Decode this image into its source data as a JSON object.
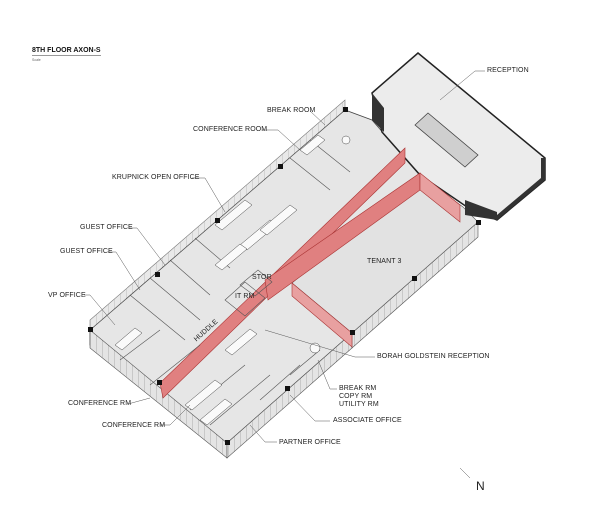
{
  "title": "8TH FLOOR AXON-S",
  "scale_note": "Scale",
  "north_label": "N",
  "colors": {
    "corridor_wall": "#e08080",
    "floor": "#e6e6e6",
    "dark_wall": "#333333"
  },
  "labels": {
    "reception": "RECEPTION",
    "break_room": "BREAK ROOM",
    "conference_room": "CONFERENCE ROOM",
    "krupnick_open_office": "KRUPNICK OPEN OFFICE",
    "guest_office_1": "GUEST OFFICE",
    "guest_office_2": "GUEST OFFICE",
    "vp_office": "VP OFFICE",
    "tenant_3": "TENANT 3",
    "stor": "STOR",
    "it_rm": "IT RM",
    "huddle": "HUDDLE",
    "borah_goldstein_reception": "BORAH GOLDSTEIN RECEPTION",
    "break_rm": "BREAK RM",
    "copy_rm": "COPY RM",
    "utility_rm": "UTILITY RM",
    "conference_rm_1": "CONFERENCE RM",
    "conference_rm_2": "CONFERENCE RM",
    "associate_office": "ASSOCIATE OFFICE",
    "partner_office": "PARTNER OFFICE"
  }
}
